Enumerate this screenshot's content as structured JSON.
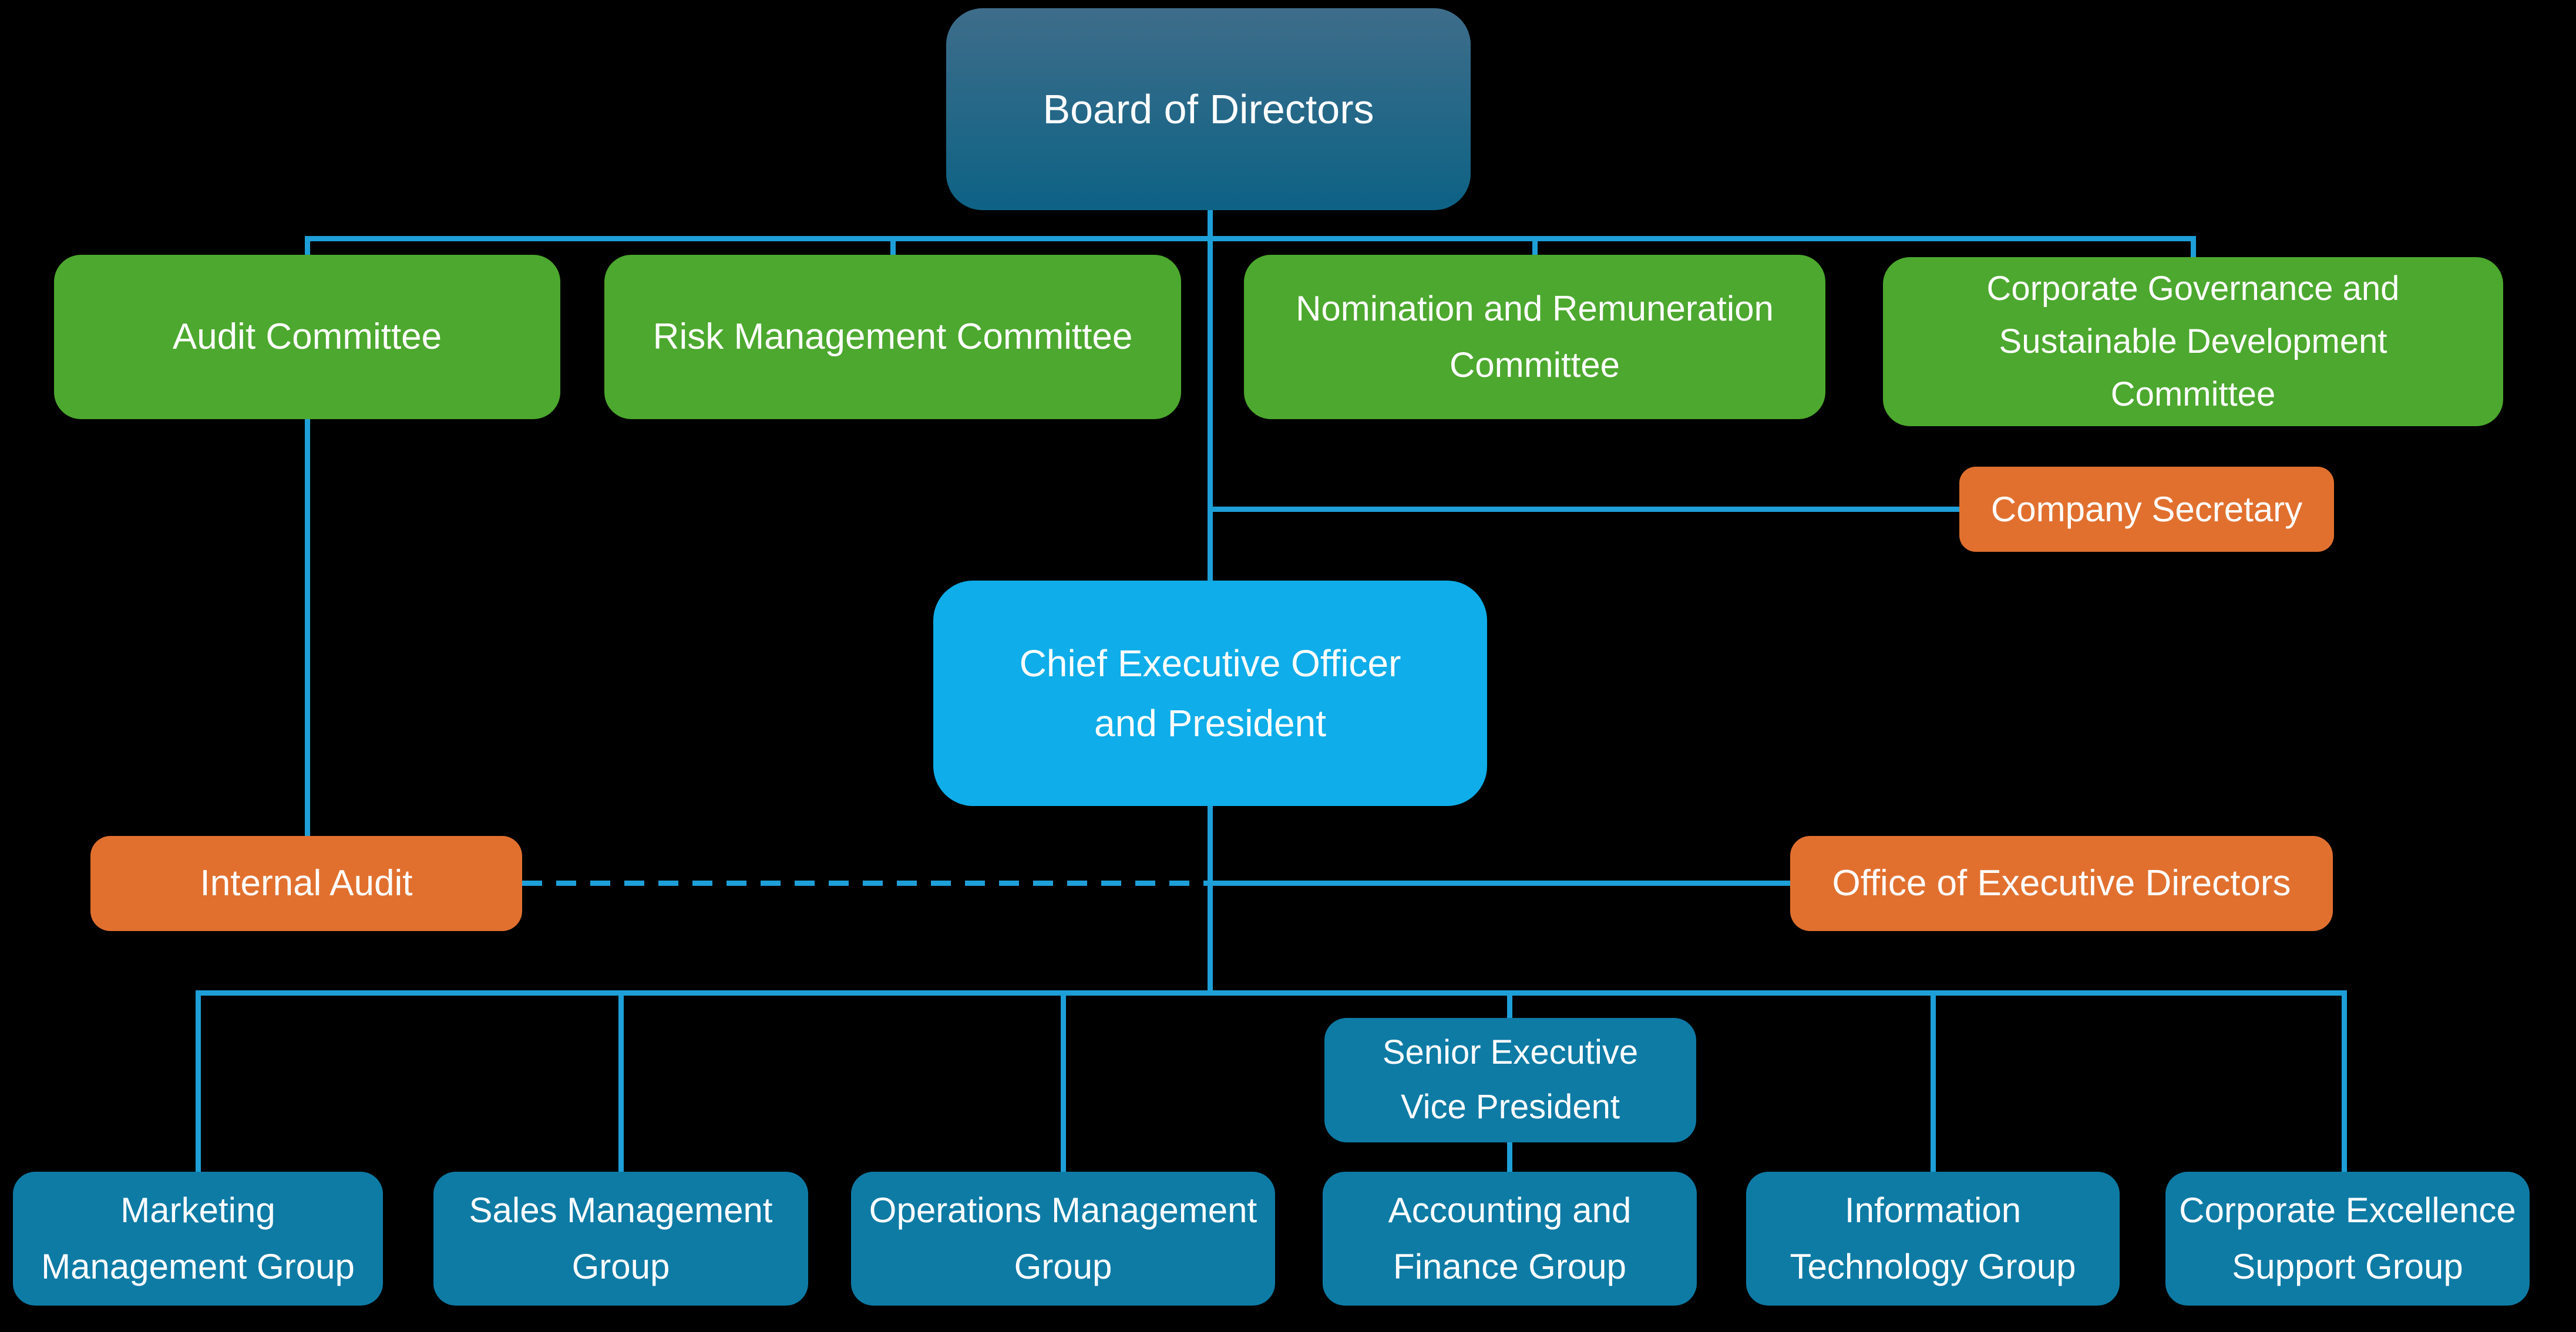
{
  "colors": {
    "background": "#000000",
    "connector": "#1E9FD8",
    "board_top": "#3E6D8A",
    "board_bottom": "#0D6285",
    "green": "#4CA82E",
    "orange": "#E1702F",
    "cyan": "#0FADE9",
    "teal": "#0E7BA5",
    "text": "#FFFFFF"
  },
  "nodes": {
    "board_of_directors": {
      "lines": [
        "Board of Directors"
      ]
    },
    "audit_committee": {
      "lines": [
        "Audit Committee"
      ]
    },
    "risk_management_committee": {
      "lines": [
        "Risk Management Committee"
      ]
    },
    "nomination_remuneration_committee": {
      "lines": [
        "Nomination and Remuneration",
        "Committee"
      ]
    },
    "corporate_governance_committee": {
      "lines": [
        "Corporate Governance and",
        "Sustainable Development",
        "Committee"
      ]
    },
    "company_secretary": {
      "lines": [
        "Company Secretary"
      ]
    },
    "ceo_president": {
      "lines": [
        "Chief Executive Officer",
        "and President"
      ]
    },
    "internal_audit": {
      "lines": [
        "Internal Audit"
      ]
    },
    "office_of_executive_directors": {
      "lines": [
        "Office of Executive Directors"
      ]
    },
    "senior_executive_vice_president": {
      "lines": [
        "Senior Executive",
        "Vice President"
      ]
    },
    "marketing_management_group": {
      "lines": [
        "Marketing",
        "Management Group"
      ]
    },
    "sales_management_group": {
      "lines": [
        "Sales Management",
        "Group"
      ]
    },
    "operations_management_group": {
      "lines": [
        "Operations Management",
        "Group"
      ]
    },
    "accounting_finance_group": {
      "lines": [
        "Accounting and",
        "Finance Group"
      ]
    },
    "information_technology_group": {
      "lines": [
        "Information",
        "Technology Group"
      ]
    },
    "corporate_excellence_support_group": {
      "lines": [
        "Corporate Excellence",
        "Support Group"
      ]
    }
  },
  "edges": [
    {
      "from": "board_of_directors",
      "to": "audit_committee",
      "style": "solid"
    },
    {
      "from": "board_of_directors",
      "to": "risk_management_committee",
      "style": "solid"
    },
    {
      "from": "board_of_directors",
      "to": "nomination_remuneration_committee",
      "style": "solid"
    },
    {
      "from": "board_of_directors",
      "to": "corporate_governance_committee",
      "style": "solid"
    },
    {
      "from": "board_of_directors",
      "to": "company_secretary",
      "style": "solid"
    },
    {
      "from": "board_of_directors",
      "to": "ceo_president",
      "style": "solid"
    },
    {
      "from": "audit_committee",
      "to": "internal_audit",
      "style": "solid"
    },
    {
      "from": "internal_audit",
      "to": "ceo_president",
      "style": "dashed"
    },
    {
      "from": "ceo_president",
      "to": "office_of_executive_directors",
      "style": "solid"
    },
    {
      "from": "ceo_president",
      "to": "marketing_management_group",
      "style": "solid"
    },
    {
      "from": "ceo_president",
      "to": "sales_management_group",
      "style": "solid"
    },
    {
      "from": "ceo_president",
      "to": "operations_management_group",
      "style": "solid"
    },
    {
      "from": "ceo_president",
      "to": "senior_executive_vice_president",
      "style": "solid"
    },
    {
      "from": "senior_executive_vice_president",
      "to": "accounting_finance_group",
      "style": "solid"
    },
    {
      "from": "ceo_president",
      "to": "information_technology_group",
      "style": "solid"
    },
    {
      "from": "ceo_president",
      "to": "corporate_excellence_support_group",
      "style": "solid"
    }
  ]
}
